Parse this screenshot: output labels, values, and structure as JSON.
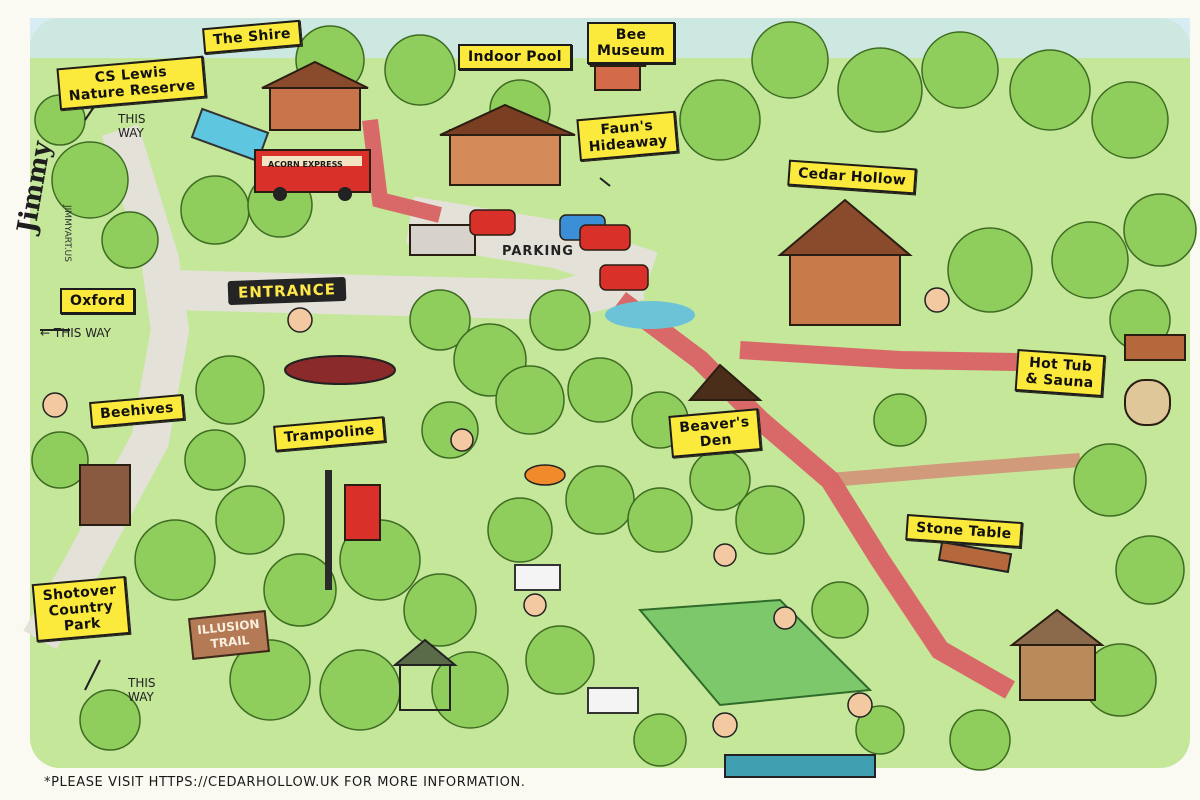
{
  "labels": {
    "cs_lewis": "CS Lewis\nNature Reserve",
    "the_shire": "The Shire",
    "indoor_pool": "Indoor Pool",
    "bee_museum": "Bee\nMuseum",
    "fauns_hideaway": "Faun's\nHideaway",
    "cedar_hollow": "Cedar Hollow",
    "oxford": "Oxford",
    "entrance": "ENTRANCE",
    "hot_tub": "Hot Tub\n& Sauna",
    "beehives": "Beehives",
    "trampoline": "Trampoline",
    "beavers_den": "Beaver's\nDen",
    "stone_table": "Stone Table",
    "shotover": "Shotover\nCountry\nPark",
    "illusion_trail": "ILLUSION\nTRAIL"
  },
  "directions": {
    "cs_lewis_way": "THIS\nWAY",
    "oxford_way": "← THIS WAY",
    "shotover_way": "THIS\nWAY"
  },
  "bus_sign": "ACORN EXPRESS",
  "parking": "PARKING",
  "footer": "*PLEASE VISIT HTTPS://CEDARHOLLOW.UK FOR MORE INFORMATION.",
  "signature": "Jimmy",
  "signature_sub": "JIMMYART.US",
  "colors": {
    "grass": "#c4e79a",
    "tree": "#8fcd5c",
    "path_red": "#d96868",
    "road": "#e3e1d8",
    "label_yellow": "#fbe93c",
    "sky": "#cfe9f2"
  }
}
